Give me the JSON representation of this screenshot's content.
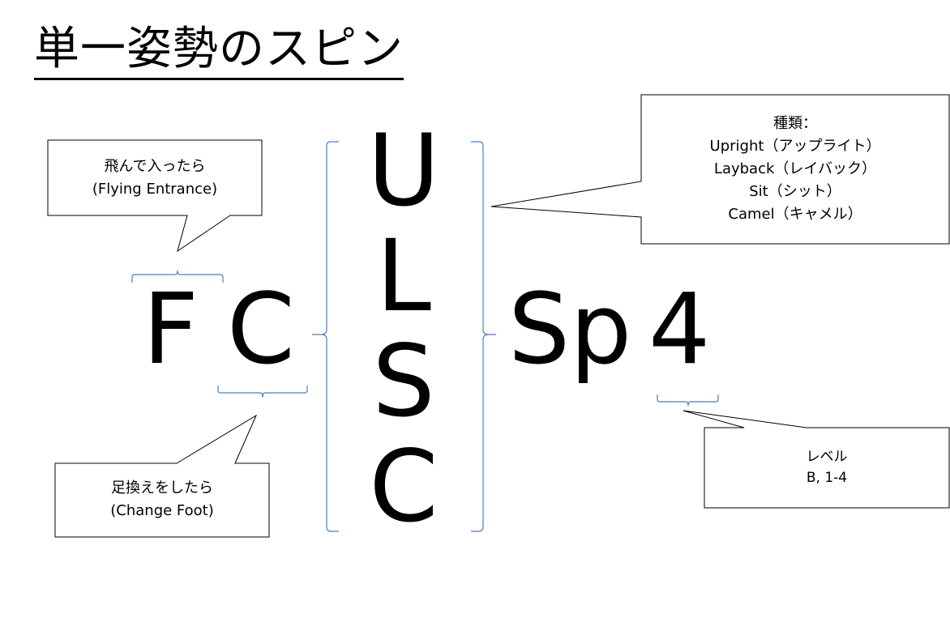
{
  "title": "単一姿勢のスピン",
  "code": {
    "f": "F",
    "c": "C",
    "positions": [
      "U",
      "L",
      "S",
      "C"
    ],
    "sp": "Sp",
    "level": "4"
  },
  "callouts": {
    "flying": {
      "line1": "飛んで入ったら",
      "line2": "(Flying Entrance)"
    },
    "change_foot": {
      "line1": "足換えをしたら",
      "line2": "(Change Foot)"
    },
    "types": {
      "heading": "種類：",
      "items": [
        "Upright（アップライト）",
        "Layback（レイバック）",
        "Sit（シット）",
        "Camel（キャメル）"
      ]
    },
    "level": {
      "line1": "レベル",
      "line2": "B, 1-4"
    }
  },
  "colors": {
    "brace": "#4a7ebb",
    "box_border": "#000000",
    "text": "#000000"
  }
}
